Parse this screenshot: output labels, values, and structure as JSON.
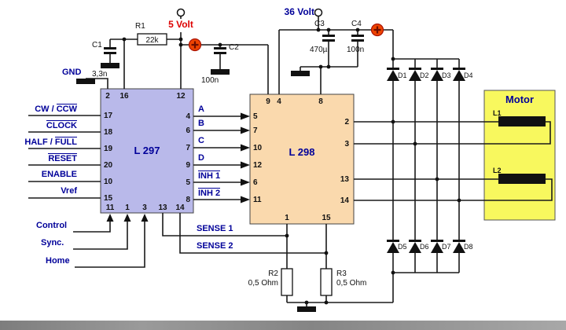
{
  "colors": {
    "accent_blue": "#000099",
    "accent_red": "#dd0000",
    "l297_fill": "#b9b9ea",
    "l298_fill": "#fad9ad",
    "motor_fill": "#f8f85e"
  },
  "power": {
    "v5": "5 Volt",
    "v36": "36 Volt",
    "gnd": "GND"
  },
  "parts": {
    "r1": {
      "name": "R1",
      "value": "22k"
    },
    "c1": {
      "name": "C1",
      "value": "3,3n"
    },
    "c2": {
      "name": "C2",
      "value": "100n"
    },
    "c3": {
      "name": "C3",
      "value": "470µ"
    },
    "c4": {
      "name": "C4",
      "value": "100n"
    },
    "r2": {
      "name": "R2",
      "value": "0,5 Ohm"
    },
    "r3": {
      "name": "R3",
      "value": "0,5 Ohm"
    }
  },
  "diodes": {
    "top": [
      "D1",
      "D2",
      "D3",
      "D4"
    ],
    "bottom": [
      "D5",
      "D6",
      "D7",
      "D8"
    ]
  },
  "l297": {
    "label": "L 297",
    "top_pins": [
      "2",
      "16",
      "12"
    ],
    "left": [
      {
        "num": "17",
        "pre": "CW / ",
        "ov": "CCW"
      },
      {
        "num": "18",
        "pre": "",
        "ov": "CLOCK"
      },
      {
        "num": "19",
        "pre": "HALF / ",
        "ov": "FULL"
      },
      {
        "num": "20",
        "pre": "",
        "ov": "RESET"
      },
      {
        "num": "10",
        "pre": "ENABLE",
        "ov": ""
      },
      {
        "num": "15",
        "pre": "Vref",
        "ov": ""
      }
    ],
    "right_pins": [
      "4",
      "6",
      "7",
      "9",
      "5",
      "8"
    ],
    "bottom_pins": [
      "11",
      "1",
      "3",
      "13",
      "14"
    ],
    "controls": [
      "Control",
      "Sync.",
      "Home"
    ]
  },
  "l298": {
    "label": "L 298",
    "top_pins": [
      "9",
      "4",
      "8"
    ],
    "left_pins": [
      "5",
      "7",
      "10",
      "12",
      "6",
      "11"
    ],
    "right_pins": [
      "2",
      "3",
      "13",
      "14"
    ],
    "bottom_pins": [
      "1",
      "15"
    ]
  },
  "signals": [
    {
      "pre": "A",
      "ov": ""
    },
    {
      "pre": "B",
      "ov": ""
    },
    {
      "pre": "C",
      "ov": ""
    },
    {
      "pre": "D",
      "ov": ""
    },
    {
      "pre": "",
      "ov": "INH 1"
    },
    {
      "pre": "",
      "ov": "INH 2"
    }
  ],
  "sense": {
    "s1": "SENSE 1",
    "s2": "SENSE 2"
  },
  "motor": {
    "label": "Motor",
    "l1": "L1",
    "l2": "L2"
  }
}
